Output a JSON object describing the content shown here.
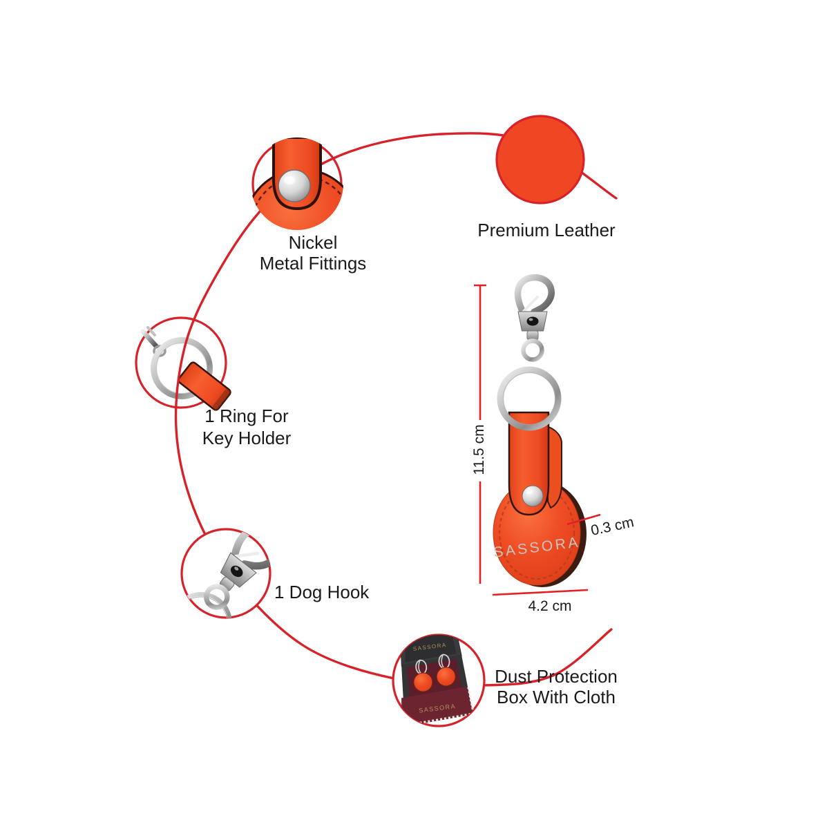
{
  "brand": "SASSORA",
  "callouts": {
    "nickel": {
      "line1": "Nickel",
      "line2": "Metal Fittings"
    },
    "premium_leather": {
      "label": "Premium Leather"
    },
    "key_ring": {
      "line1": "1 Ring For",
      "line2": "Key Holder"
    },
    "dog_hook": {
      "label": "1 Dog Hook"
    },
    "dust_box": {
      "line1": "Dust Protection",
      "line2": "Box With Cloth"
    }
  },
  "dimensions": {
    "height": "11.5 cm",
    "thickness": "0.3 cm",
    "width": "4.2 cm"
  },
  "colors": {
    "accent_red": "#d62228",
    "dimension_red": "#e31e24",
    "leather_orange": "#ef4723"
  }
}
